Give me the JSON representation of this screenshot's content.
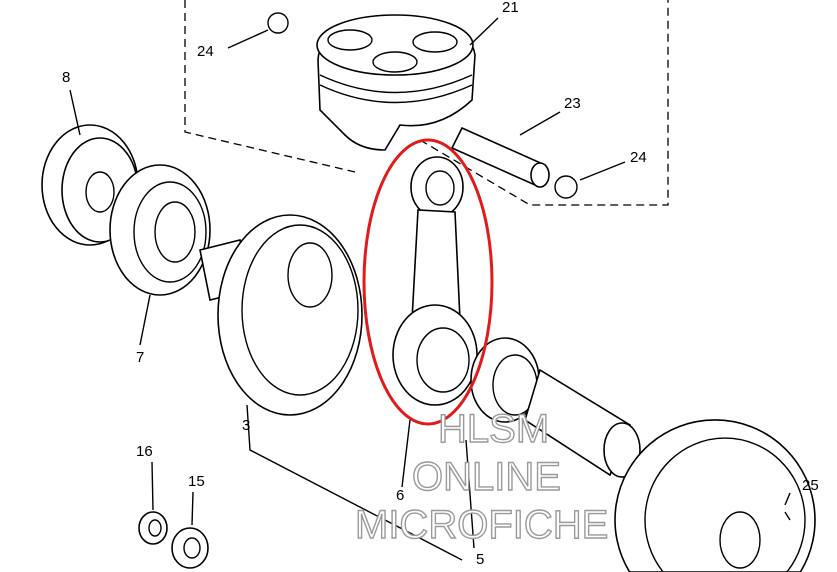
{
  "diagram": {
    "callouts": [
      {
        "id": "pin-clip-left",
        "label": "24"
      },
      {
        "id": "piston",
        "label": "21"
      },
      {
        "id": "piston-pin",
        "label": "23"
      },
      {
        "id": "pin-clip-right",
        "label": "24"
      },
      {
        "id": "gear",
        "label": "8"
      },
      {
        "id": "bearing",
        "label": "7"
      },
      {
        "id": "crank-left",
        "label": "3"
      },
      {
        "id": "nut",
        "label": "16"
      },
      {
        "id": "washer",
        "label": "15"
      },
      {
        "id": "needle-bearing",
        "label": "6"
      },
      {
        "id": "crank-pin",
        "label": "5"
      },
      {
        "id": "key",
        "label": "25"
      }
    ],
    "highlight_color": "#e01b1b",
    "watermark": [
      "HLSM",
      "ONLINE",
      "MICROFICHE"
    ]
  }
}
